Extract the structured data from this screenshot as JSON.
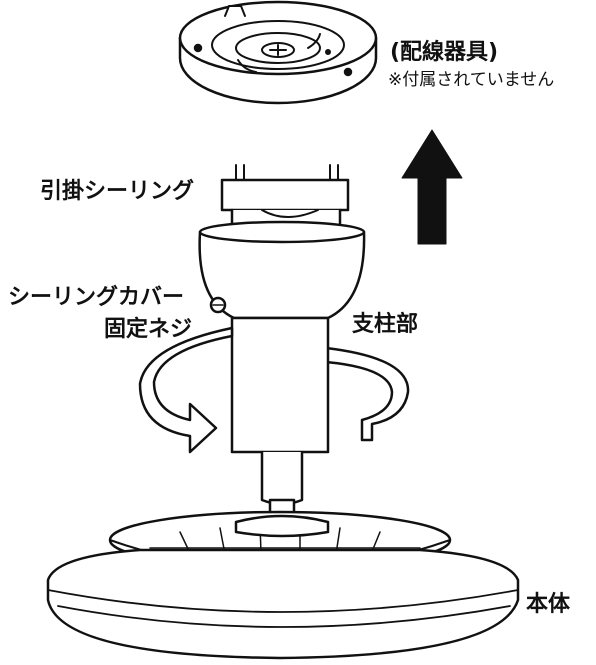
{
  "labels": {
    "wiring_device": "(配線器具)",
    "wiring_note": "※付属されていません",
    "hook_ceiling": "引掛シーリング",
    "ceiling_cover": "シーリングカバー",
    "fixing_screw": "固定ネジ",
    "support_pole": "支柱部",
    "main_body": "本体"
  },
  "icons": [
    "up-arrow-icon",
    "rotation-arrow-icon"
  ],
  "colors": {
    "line": "#111111",
    "fill": "#ffffff"
  }
}
